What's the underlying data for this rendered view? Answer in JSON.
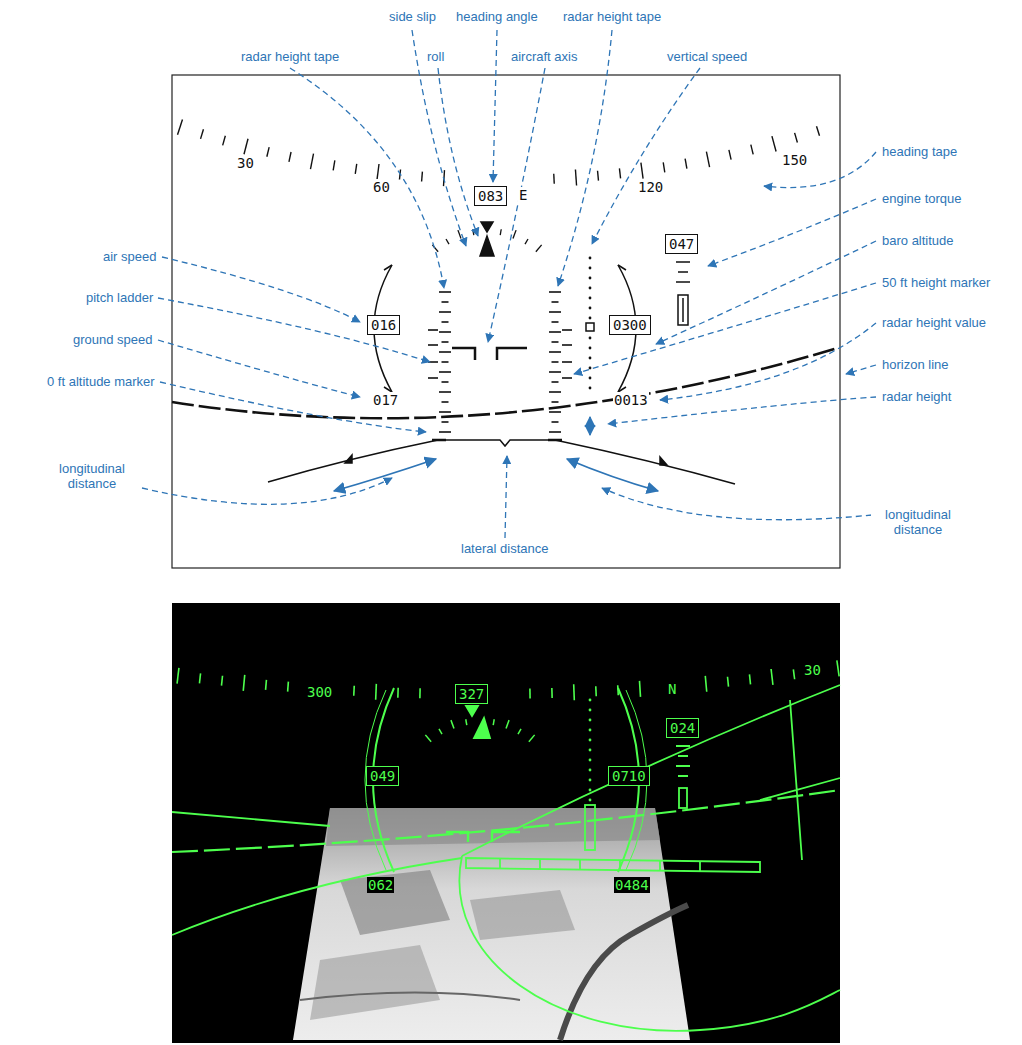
{
  "diagram": {
    "nodes": [
      {
        "text": [
          "083"
        ]
      },
      {
        "text": [
          "047"
        ]
      },
      {
        "text": [
          "016"
        ]
      },
      {
        "text": [
          "0300"
        ]
      },
      {
        "text": [
          "327"
        ]
      },
      {
        "text": [
          "024"
        ]
      },
      {
        "text": [
          "049"
        ]
      },
      {
        "text": [
          "0710"
        ]
      }
    ],
    "labels": [
      "side slip",
      "heading angle",
      "radar height tape",
      "radar height tape",
      "roll",
      "aircraft axis",
      "vertical speed",
      "heading tape",
      "engine torque",
      "baro altitude",
      "50 ft height marker",
      "radar height value",
      "horizon line",
      "radar height",
      "air speed",
      "pitch ladder",
      "ground speed",
      "0 ft altitude marker",
      "longitudinal distance",
      "longitudinal distance",
      "lateral distance",
      "30",
      "60",
      "E",
      "120",
      "150",
      "017",
      "0013",
      "300",
      "N",
      "30",
      "062",
      "0484"
    ]
  }
}
